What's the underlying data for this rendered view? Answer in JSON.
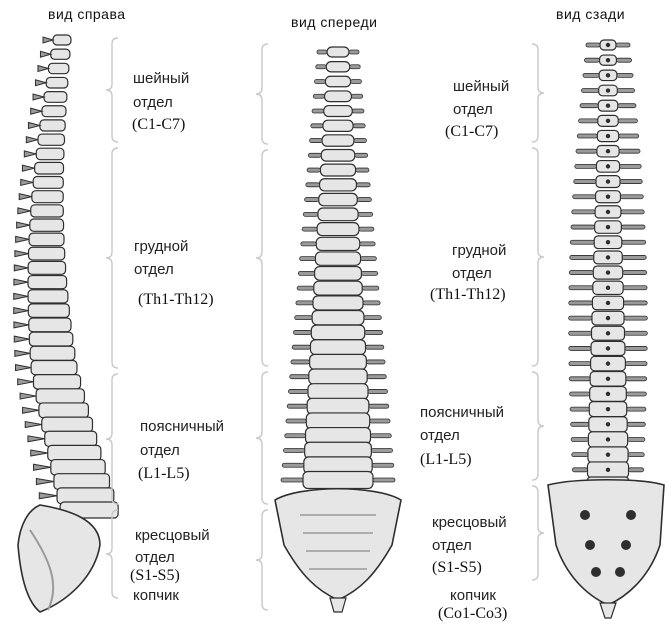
{
  "views": {
    "right": "вид справа",
    "front": "вид спереди",
    "back": "вид сзади"
  },
  "regions": {
    "cervical": {
      "name_line1": "шейный",
      "name_line2": "отдел",
      "range": "(C1-C7)"
    },
    "thoracic": {
      "name_line1": "грудной",
      "name_line2": "отдел",
      "range": "(Th1-Th12)"
    },
    "lumbar": {
      "name_line1": "поясничный",
      "name_line2": "отдел",
      "range": "(L1-L5)"
    },
    "sacral": {
      "name_line1": "кресцовый",
      "name_line2": "отдел",
      "range": "(S1-S5)"
    },
    "coccyx": {
      "name": "копчик",
      "range": "(Co1-Co3)"
    }
  },
  "colors": {
    "bone_light": "#e6e6e6",
    "bone_mid": "#9a9a9a",
    "bone_dark": "#2e2e2e",
    "brace": "#c8c8c8"
  }
}
